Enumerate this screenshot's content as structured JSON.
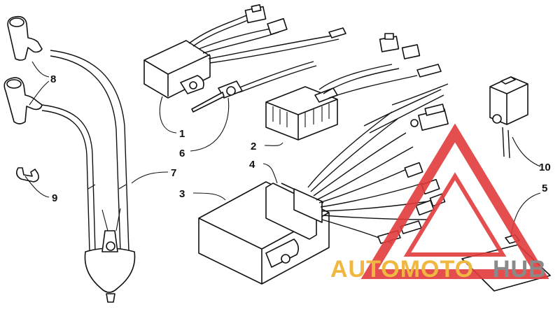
{
  "callouts": [
    {
      "id": "1",
      "label": "1"
    },
    {
      "id": "2",
      "label": "2"
    },
    {
      "id": "3",
      "label": "3"
    },
    {
      "id": "4",
      "label": "4"
    },
    {
      "id": "5",
      "label": "5"
    },
    {
      "id": "6",
      "label": "6"
    },
    {
      "id": "7",
      "label": "7"
    },
    {
      "id": "8",
      "label": "8"
    },
    {
      "id": "9",
      "label": "9"
    },
    {
      "id": "10",
      "label": "10"
    }
  ],
  "watermark": {
    "part1": "AUTOMOTO",
    "part2": "HUB",
    "color_orange": "#f0b840",
    "color_red": "#e23b3b",
    "color_grey": "#8a8a8a"
  },
  "colors": {
    "line": "#111111",
    "background": "#ffffff"
  }
}
